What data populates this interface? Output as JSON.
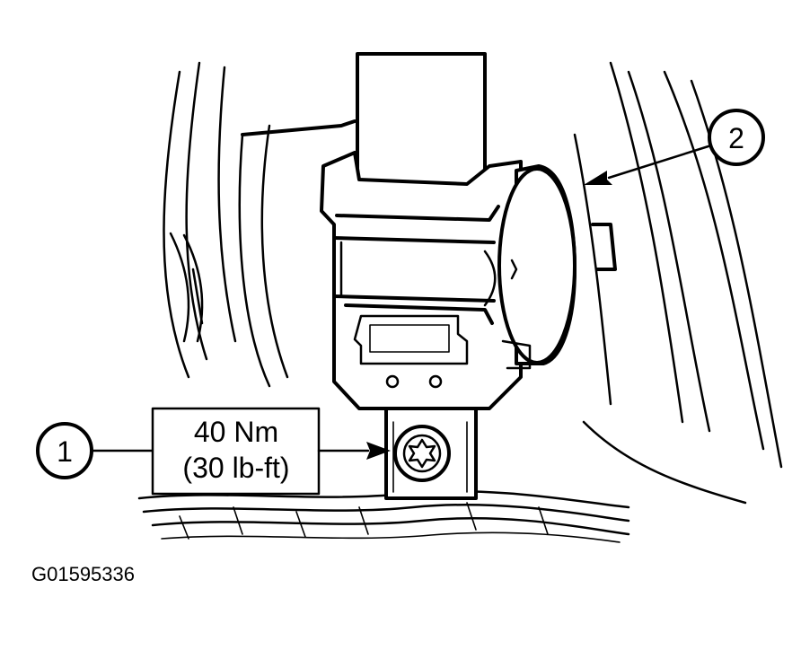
{
  "callouts": [
    {
      "number": "1"
    },
    {
      "number": "2"
    }
  ],
  "torque_spec": {
    "line1": "40 Nm",
    "line2": "(30 lb-ft)"
  },
  "figure_id": "G01595336"
}
